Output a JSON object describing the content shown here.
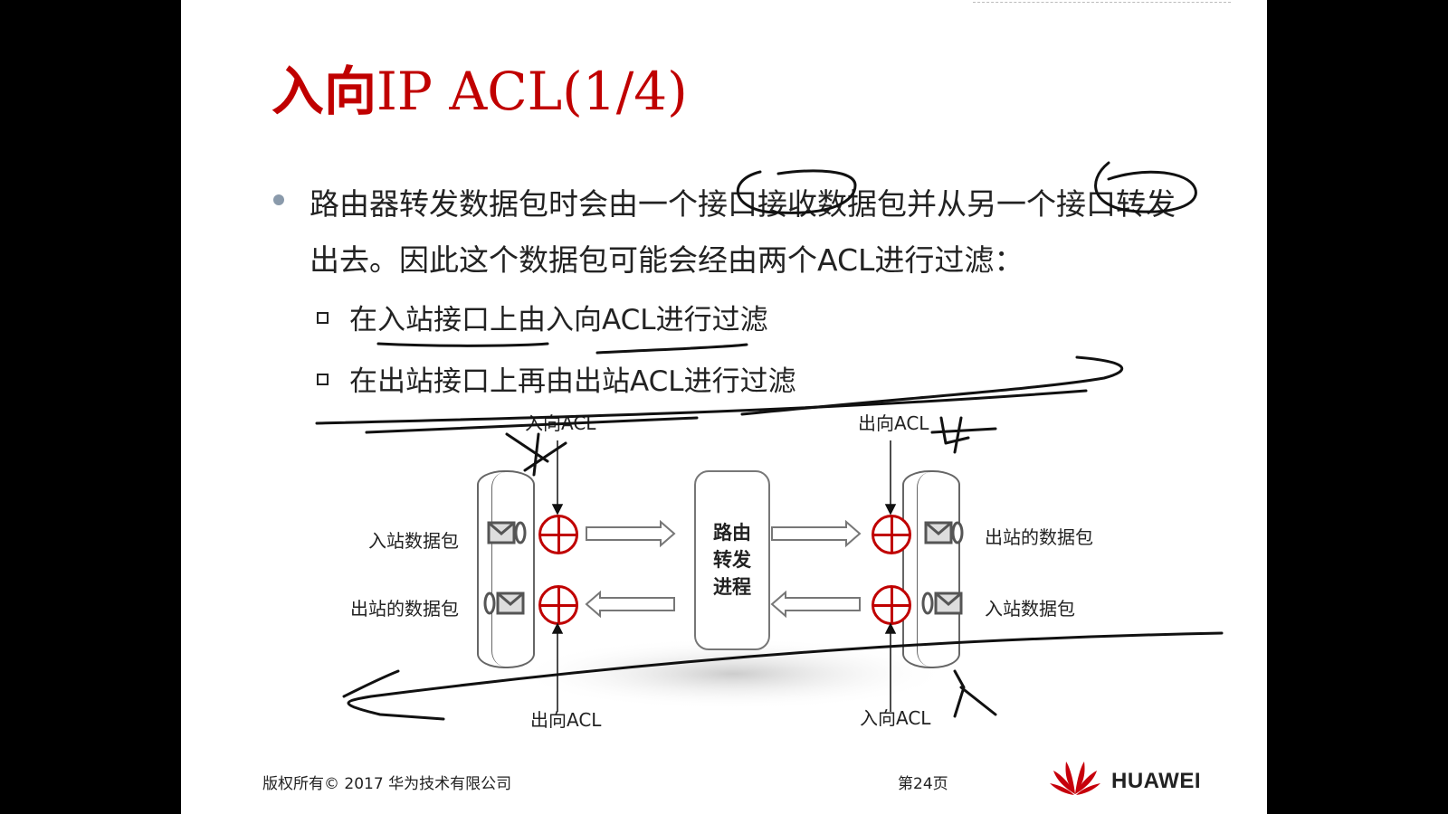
{
  "slide": {
    "title_cn": "入向",
    "title_rest": "IP ACL(1/4)",
    "bullet": "路由器转发数据包时会由一个接口接收数据包并从另一个接口转发出去。因此这个数据包可能会经由两个ACL进行过滤：",
    "sub_items": [
      "在入站接口上由入向ACL进行过滤",
      "在出站接口上再由出站ACL进行过滤"
    ]
  },
  "diagram": {
    "left_top_acl": "入向ACL",
    "left_bottom_acl": "出向ACL",
    "right_top_acl": "出向ACL",
    "right_bottom_acl": "入向ACL",
    "left_in_packet": "入站数据包",
    "left_out_packet": "出站的数据包",
    "right_out_packet": "出站的数据包",
    "right_in_packet": "入站数据包",
    "router_label": "路由转发进程",
    "router_lines": [
      "路由",
      "转发",
      "进程"
    ]
  },
  "footer": {
    "copyright": "版权所有© 2017 华为技术有限公司",
    "page": "第24页",
    "brand": "HUAWEI"
  },
  "colors": {
    "title": "#c00000",
    "acl_circle": "#c00000",
    "logo_red": "#c7000b",
    "ink": "#111111"
  }
}
